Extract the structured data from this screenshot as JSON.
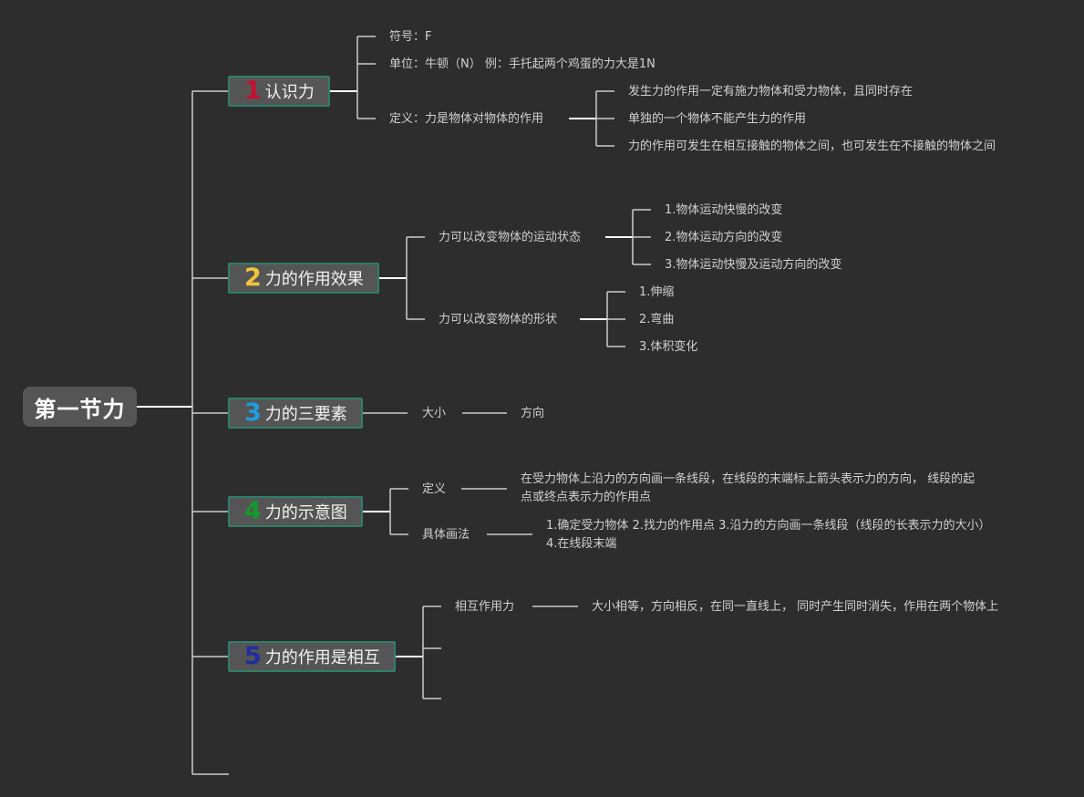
{
  "root": "第一节力",
  "colors": {
    "background": "#2d2d2d",
    "line": "#cccccc",
    "node_fill": "#555555",
    "node_border": "#2f7f6a",
    "num1": "#c8102e",
    "num2": "#f2c43d",
    "num3": "#1f9de0",
    "num4": "#129a2c",
    "num5": "#1f2f9e"
  },
  "b1": {
    "num": "1",
    "label": "认识力",
    "symbol": "符号：F",
    "unit": "单位：牛顿（N） 例：手托起两个鸡蛋的力大是1N",
    "definition": "定义：力是物体对物体的作用",
    "def_items": [
      "发生力的作用一定有施力物体和受力物体，且同时存在",
      "单独的一个物体不能产生力的作用",
      "力的作用可发生在相互接触的物体之间，也可发生在不接触的物体之间"
    ]
  },
  "b2": {
    "num": "2",
    "label": "力的作用效果",
    "motion": "力可以改变物体的运动状态",
    "motion_items": [
      "1.物体运动快慢的改变",
      "2.物体运动方向的改变",
      "3.物体运动快慢及运动方向的改变"
    ],
    "shape": "力可以改变物体的形状",
    "shape_items": [
      "1.伸缩",
      "2.弯曲",
      "3.体积变化"
    ]
  },
  "b3": {
    "num": "3",
    "label": "力的三要素",
    "size": "大小",
    "direction": "方向"
  },
  "b4": {
    "num": "4",
    "label": "力的示意图",
    "definition": "定义",
    "definition_text": "在受力物体上沿力的方向画一条线段，在线段的末端标上箭头表示力的方向， 线段的起点或终点表示力的作用点",
    "method": "具体画法",
    "method_text": "1.确定受力物体 2.找力的作用点 3.沿力的方向画一条线段（线段的长表示力的大小） 4.在线段末端"
  },
  "b5": {
    "num": "5",
    "label": "力的作用是相互",
    "mutual": "相互作用力",
    "mutual_text": "大小相等，方向相反，在同一直线上， 同时产生同时消失，作用在两个物体上"
  }
}
